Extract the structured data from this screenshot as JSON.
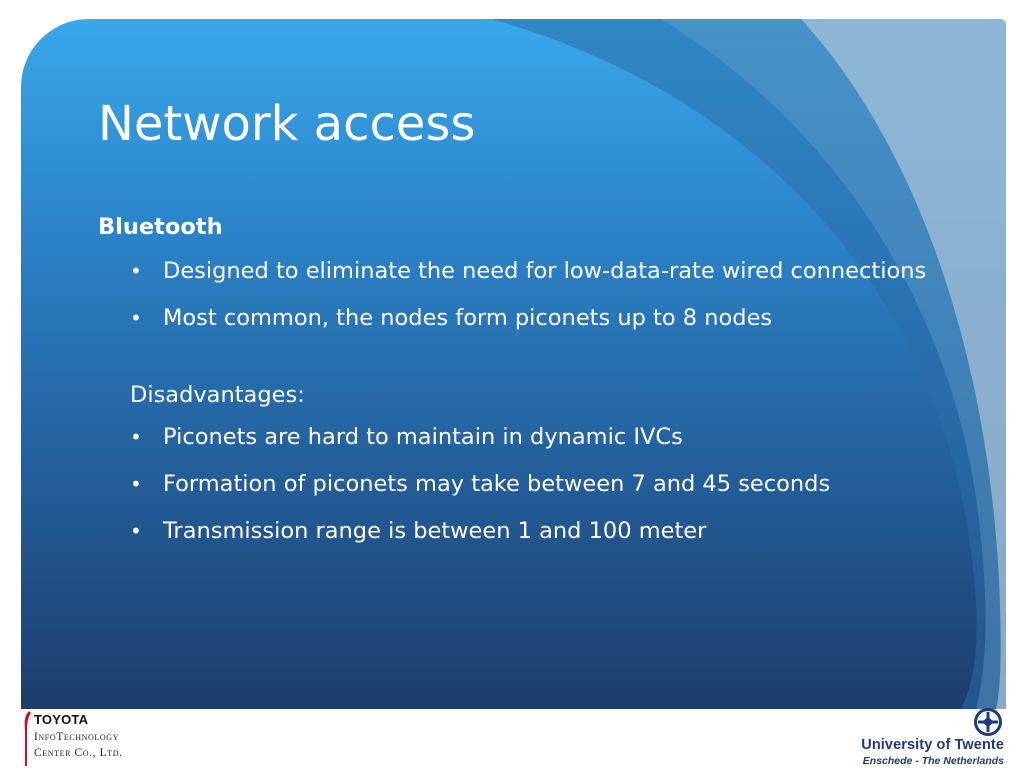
{
  "slide": {
    "title": "Network access",
    "section_heading": "Bluetooth",
    "bullets_1": [
      "Designed to eliminate the need for low-data-rate wired connections",
      "Most common, the nodes form piconets up to 8 nodes"
    ],
    "subheading": "Disadvantages:",
    "bullets_2": [
      "Piconets are hard to maintain in dynamic IVCs",
      "Formation of piconets may take between 7 and 45 seconds",
      "Transmission range is between 1 and 100 meter"
    ],
    "bullet_glyph": "•"
  },
  "footer": {
    "left_logo": {
      "name": "TOYOTA",
      "line1": "InfoTechnology",
      "line2": "Center Co., Ltd."
    },
    "right_logo": {
      "name": "University of Twente",
      "place": "Enschede - The Netherlands"
    }
  },
  "colors": {
    "slide_top": "#39a8ea",
    "slide_bottom": "#1c3d6a",
    "text": "#ffffff",
    "ut_blue": "#1d3a7a",
    "toyota_red": "#c8102e"
  },
  "icons": {
    "toyota_mark": "toyota-mark-icon",
    "ut_logo": "ut-logo-icon"
  }
}
